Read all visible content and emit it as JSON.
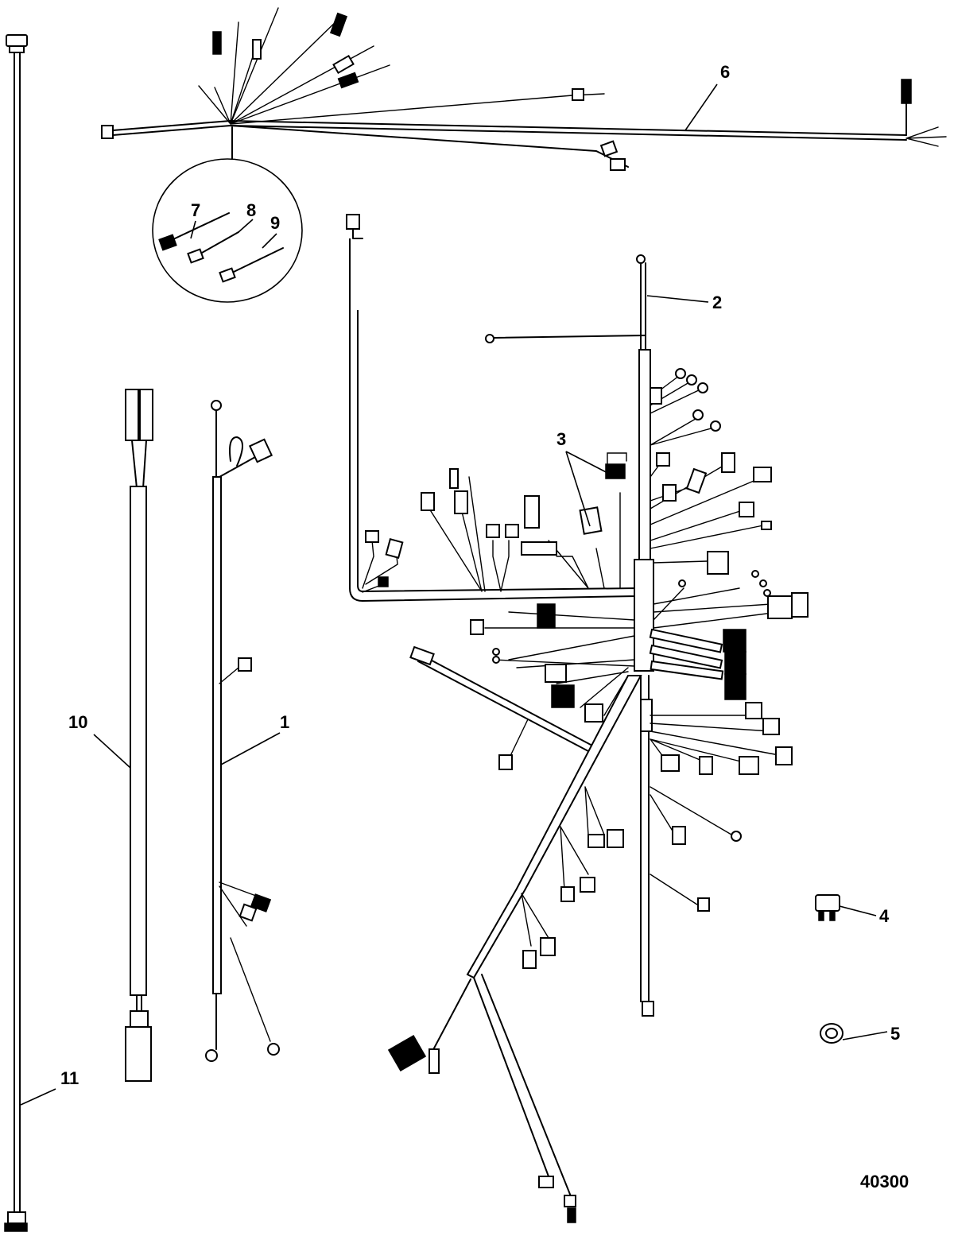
{
  "callouts": [
    {
      "id": "1",
      "text": "1"
    },
    {
      "id": "2",
      "text": "2"
    },
    {
      "id": "3",
      "text": "3"
    },
    {
      "id": "4",
      "text": "4"
    },
    {
      "id": "5",
      "text": "5"
    },
    {
      "id": "6",
      "text": "6"
    },
    {
      "id": "7",
      "text": "7"
    },
    {
      "id": "8",
      "text": "8"
    },
    {
      "id": "9",
      "text": "9"
    },
    {
      "id": "10",
      "text": "10"
    },
    {
      "id": "11",
      "text": "11"
    }
  ],
  "figure_number": "40300",
  "colors": {
    "line": "#000000",
    "background": "#ffffff"
  }
}
